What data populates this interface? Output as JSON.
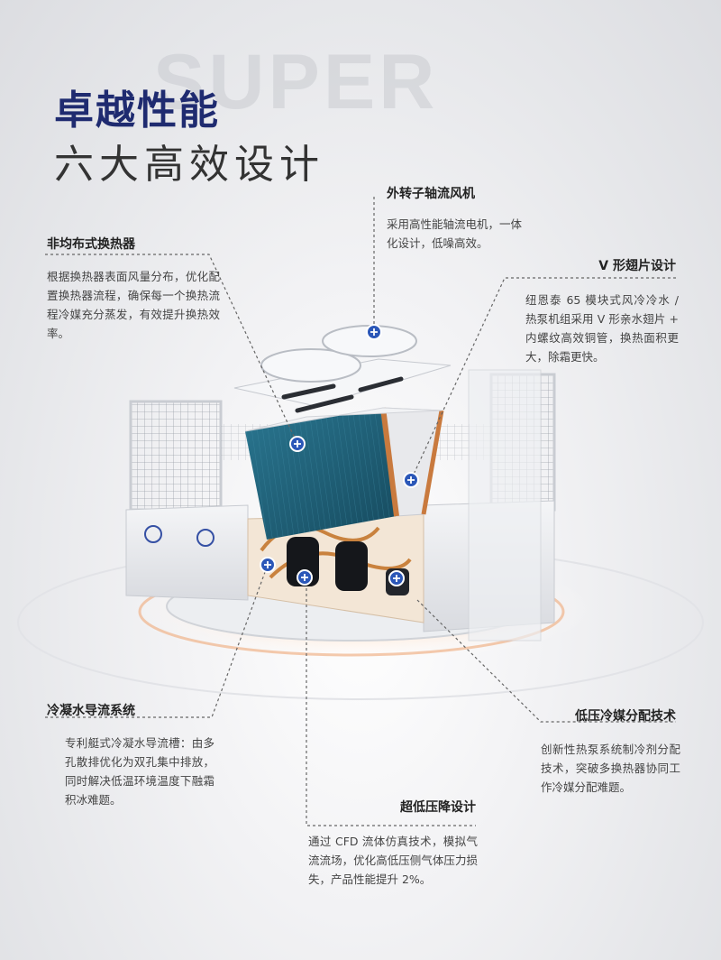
{
  "watermark": "SUPER",
  "heading": {
    "title": "卓越性能",
    "subtitle": "六大高效设计"
  },
  "features": {
    "fan": {
      "title": "外转子轴流风机",
      "desc": "采用高性能轴流电机，一体化设计，低噪高效。"
    },
    "heat_exchanger": {
      "title": "非均布式换热器",
      "desc": "根据换热器表面风量分布，优化配置换热器流程，确保每一个换热流程冷媒充分蒸发，有效提升换热效率。"
    },
    "fins": {
      "title": "V 形翅片设计",
      "desc": "纽恩泰 65 模块式风冷冷水 / 热泵机组采用 V 形亲水翅片 + 内螺纹高效铜管，换热面积更大，除霜更快。"
    },
    "condensate": {
      "title": "冷凝水导流系统",
      "desc": "专利艇式冷凝水导流槽：由多孔散排优化为双孔集中排放，同时解决低温环境温度下融霜积冰难题。"
    },
    "distribution": {
      "title": "低压冷媒分配技术",
      "desc": "创新性热泵系统制冷剂分配技术，突破多换热器协同工作冷媒分配难题。"
    },
    "pressure": {
      "title": "超低压降设计",
      "desc": "通过 CFD 流体仿真技术，模拟气流流场，优化高低压侧气体压力损失，产品性能提升 2%。"
    }
  },
  "colors": {
    "title": "#1f2b70",
    "accent": "#2b57b8",
    "coil": "#1f5f78"
  }
}
